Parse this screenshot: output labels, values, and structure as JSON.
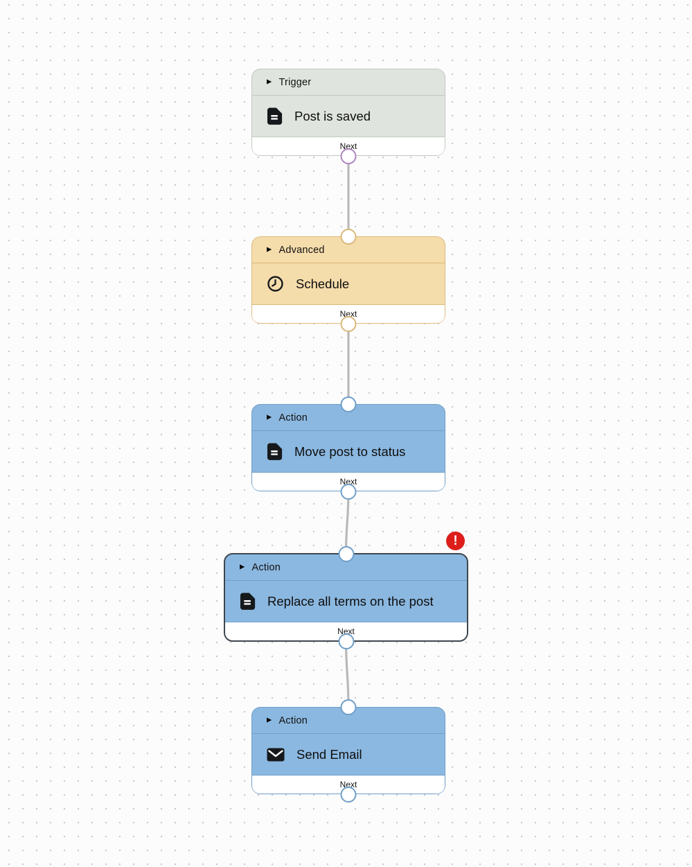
{
  "canvas": {
    "background": "#fcfcfc",
    "dot_color": "#c9c9c9"
  },
  "colors": {
    "trigger_fill": "#dfe5de",
    "trigger_border": "#c2c9c1",
    "trigger_handle_accent": "#ab86bd",
    "advanced_fill": "#f5dcab",
    "advanced_border": "#dcba7e",
    "action_fill": "#8bb8e0",
    "action_border": "#6f9fc9",
    "selected_border": "#3e464d",
    "connector_line": "#b9b9b9",
    "footer_background": "#ffffff",
    "error_badge_red": "#dd1e1a",
    "text": "#111111"
  },
  "icons": {
    "collapse_arrow": "▶"
  },
  "nodes": [
    {
      "category": "Trigger",
      "title": "Post is saved",
      "icon": "document-icon",
      "footer_label": "Next"
    },
    {
      "category": "Advanced",
      "title": "Schedule",
      "icon": "clock-icon",
      "footer_label": "Next"
    },
    {
      "category": "Action",
      "title": "Move post to status",
      "icon": "document-icon",
      "footer_label": "Next"
    },
    {
      "category": "Action",
      "title": "Replace all terms on the post",
      "icon": "document-icon",
      "footer_label": "Next",
      "selected": true,
      "has_error": true,
      "error_symbol": "!"
    },
    {
      "category": "Action",
      "title": "Send Email",
      "icon": "mail-icon",
      "footer_label": "Next"
    }
  ]
}
